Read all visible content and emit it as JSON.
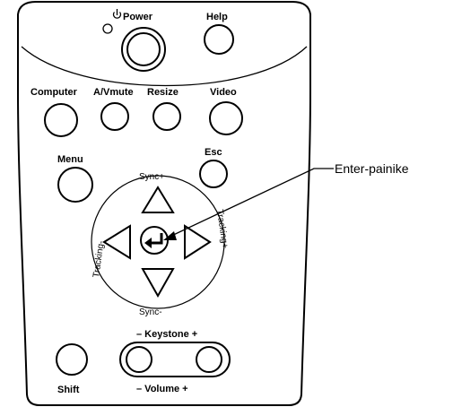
{
  "remote": {
    "power_label": "Power",
    "help_label": "Help",
    "computer_label": "Computer",
    "avmute_label": "A/Vmute",
    "resize_label": "Resize",
    "video_label": "Video",
    "menu_label": "Menu",
    "esc_label": "Esc",
    "sync_plus_label": "Sync+",
    "sync_minus_label": "Sync-",
    "tracking_minus_label": "Tracking-",
    "tracking_plus_label": "Tracking+",
    "keystone_label": "– Keystone +",
    "volume_label": "–  Volume  +",
    "shift_label": "Shift"
  },
  "callout": {
    "enter_label": "Enter-painike"
  },
  "icons": {
    "power": "power-icon",
    "enter": "enter-return-icon",
    "arrows": [
      "arrow-up-icon",
      "arrow-down-icon",
      "arrow-left-icon",
      "arrow-right-icon"
    ]
  }
}
